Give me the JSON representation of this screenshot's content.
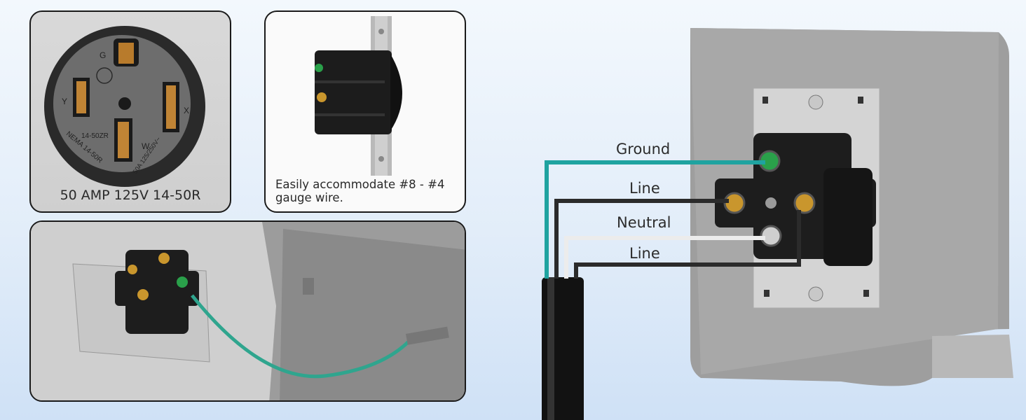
{
  "panels": {
    "outlet": {
      "caption": "50 AMP 125V 14-50R",
      "face_labels": {
        "g": "G",
        "y": "Y",
        "x": "X",
        "w": "W",
        "model": "14-50ZR",
        "nema": "NEMA 14-50R",
        "rating": "50A 125/250V~"
      }
    },
    "side": {
      "caption": "Easily accommodate #8 - #4 gauge wire."
    },
    "box": {}
  },
  "wiring": {
    "labels": [
      "Ground",
      "Line",
      "Neutral",
      "Line"
    ],
    "colors": {
      "ground": "#1fa3a0",
      "line": "#2b2b2b",
      "neutral": "#e9e9e9"
    }
  }
}
